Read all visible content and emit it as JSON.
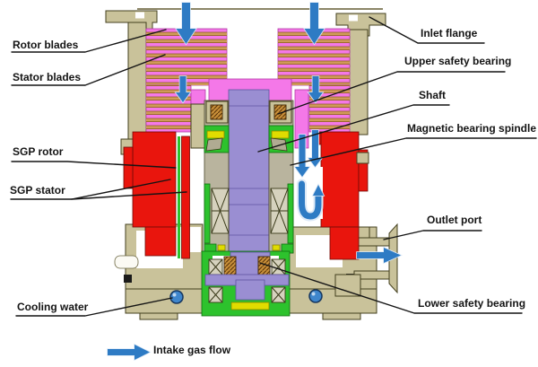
{
  "labels": {
    "rotor_blades": "Rotor blades",
    "stator_blades": "Stator blades",
    "sgp_rotor": "SGP rotor",
    "sgp_stator": "SGP stator",
    "cooling_water": "Cooling water",
    "inlet_flange": "Inlet flange",
    "upper_safety_bearing": "Upper safety bearing",
    "shaft": "Shaft",
    "magnetic_bearing_spindle": "Magnetic bearing spindle",
    "outlet_port": "Outlet port",
    "lower_safety_bearing": "Lower safety bearing"
  },
  "legend": {
    "intake_gas_flow": "Intake gas flow"
  },
  "colors": {
    "housing_tan": "#C9C29A",
    "rotor_pink": "#F478E8",
    "blade_orange": "#D09A58",
    "sgp_red": "#E9150D",
    "bearing_green": "#2DC22D",
    "shaft_purple": "#9A8ED2",
    "spindle_gray": "#B9B49E",
    "flow_blue": "#2E7BC4",
    "accent_yellow": "#E0DC00",
    "leader_black": "#141414"
  }
}
